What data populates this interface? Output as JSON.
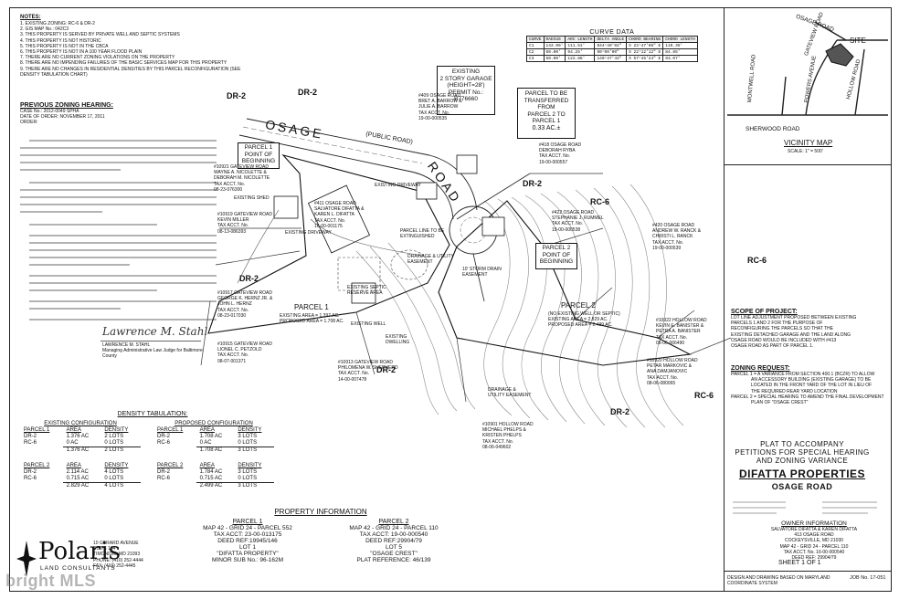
{
  "notes": {
    "title": "NOTES:",
    "items": [
      "1. EXISTING ZONING: RC-6 & DR-2",
      "2. GIS MAP No.: 042C3",
      "3. THIS PROPERTY IS SERVED BY PRIVATE WELL AND SEPTIC SYSTEMS",
      "4. THIS PROPERTY IS NOT HISTORIC",
      "5. THIS PROPERTY IS NOT IN THE CBCA",
      "6. THIS PROPERTY IS NOT IN A 100 YEAR FLOOD PLAIN",
      "7. THERE ARE NO CURRENT ZONING VIOLATIONS ON THE PROPERTY",
      "8. THERE ARE NO IMPENDING FAILURES OF THE BASIC SERVICES MAP FOR THIS PROPERTY",
      "9. THERE ARE NO CHANGES IN RESIDENTIAL DENSITIES BY THIS PARCEL RECONFIGURATION (SEE DENSITY TABULATION CHART)"
    ]
  },
  "previous_zoning": {
    "title": "PREVIOUS ZONING HEARING:",
    "lines": [
      "CASE No.: 2012-0049 SPHA",
      "DATE OF ORDER: NOVEMBER 17, 2011",
      "ORDER:"
    ],
    "signature": "Lawrence M. Stahl",
    "signer_name": "LAWRENCE M. STAHL",
    "signer_title": "Managing Administrative Law Judge for Baltimore County"
  },
  "curve_data": {
    "title": "CURVE DATA",
    "headers": [
      "CURVE",
      "RADIUS",
      "ARC LENGTH",
      "DELTA ANGLE",
      "CHORD BEARING",
      "CHORD LENGTH"
    ],
    "rows": [
      [
        "C1",
        "143.09'",
        "111.51'",
        "044°40'02\"",
        "S 22°47'06\" E",
        "110.35'"
      ],
      [
        "C2",
        "60.00'",
        "94.25'",
        "90°00'00\"",
        "S 22°12'12\" E",
        "84.85'"
      ],
      [
        "C3",
        "50.00'",
        "122.86'",
        "140°47'43\"",
        "S 57°45'24\" E",
        "93.07'"
      ]
    ]
  },
  "map": {
    "road_name": "OSAGE",
    "road_sub": "(PUBLIC ROAD)",
    "road_name2": "ROAD",
    "zones": [
      "DR-2",
      "DR-2",
      "DR-2",
      "DR-2",
      "RC-6",
      "RC-6",
      "RC-6",
      "DR-2",
      "DR-2"
    ],
    "callouts": {
      "garage": [
        "EXISTING",
        "2 STORY GARAGE",
        "(HEIGHT=28')",
        "PERMIT No.:",
        "B776660"
      ],
      "transfer": [
        "PARCEL TO BE",
        "TRANSFERRED FROM",
        "PARCEL 2 TO",
        "PARCEL 1",
        "0.33 AC.±"
      ],
      "parcel1_pob": [
        "PARCEL 1",
        "POINT OF",
        "BEGINNING"
      ],
      "parcel2_pob": [
        "PARCEL 2",
        "POINT OF",
        "BEGINNING"
      ]
    },
    "parcel1_label": "PARCEL 1",
    "parcel1_area": [
      "EXISTING AREA = 1.397 AC.",
      "PROPOSED AREA = 1.708 AC."
    ],
    "parcel2_label": "PARCEL 2",
    "parcel2_area": [
      "(NO EXISTING WELL OR SEPTIC)",
      "EXISTING AREA = 2.829 AC.",
      "PROPOSED AREA = 2.499 AC."
    ],
    "owners": [
      "#409 OSAGE ROAD\nBRET A. BARROW &\nJULIE A. BARROW\nTAX ACCT. No.\n19-00-000535",
      "#10921 GATEVIEW ROAD\nWAYNE A. NICOLETTE &\nDEBORAH M. NICOLETTE\nTAX ACCT. No.\n08-23-076300",
      "#411 OSAGE ROAD\nSALVATORE DIFATTA &\nKAREN L. DIFATTA\nTAX ACCT. No.\n16-00-001175",
      "#10919 GATEVIEW ROAD\nKEVIN MILLER\nTAX ACCT. No.\n08-13-086393",
      "#10917 GATEVIEW ROAD\nGEORGE K. HERNZ JR. &\nJOHN L. HERNZ\nTAX ACCT. No.\n08-23-017030",
      "#10915 GATEVIEW ROAD\nLIONEL C. PETZOLD\nTAX ACCT. No.\n08-07-001371",
      "#10913 GATEVIEW ROAD\nPHILOMENA W. SHEPHERD\nTAX ACCT. No.\n14-00-007478",
      "#418 OSAGE ROAD\nDEBORAH RYBA\nTAX ACCT. No.\n19-00-000557",
      "#422 OSAGE ROAD\nSTEPHANIE J. RUMMEL\nTAX ACCT. No.\n19-00-000538",
      "#420 OSAGE ROAD\nANDREW W. RANCK &\nCHRISTI L. RANCK\nTAX ACCT. No.\n19-00-000539",
      "#10922 HOLLOW ROAD\nKEVIN E. BANISTER &\nPETRA A. BANISTER\nTAX ACCT. No.\n08-06-066490",
      "#10920 HOLLOW ROAD\nPETAR MARKOVIC &\nANA DAMJANOVIC\nTAX ACCT. No.\n08-06-080065",
      "#10901 HOLLOW ROAD\nMICHAEL PHELPS &\nKRISTEN PHELPS\nTAX ACCT. No.\n08-06-049602"
    ],
    "small_labels": [
      "EXISTING DRIVEWAY",
      "EXISTING WELL",
      "EXISTING SEPTIC RESERVE AREA",
      "DRAINAGE & UTILITY EASEMENT",
      "PARCEL LINE TO BE EXTINGUISHED",
      "EXISTING DWELLING",
      "EXISTING SHED",
      "10' STORM DRAIN EASEMENT",
      "DRAINAGE & UTILITY EASEMENT",
      "EXISTING DRIVEWAY"
    ]
  },
  "vicinity": {
    "labels": [
      "OSAGE ROAD",
      "SITE",
      "GATEVIEW ROAD",
      "MONTWELL ROAD",
      "POWERS AVENUE",
      "HOLLOW ROAD",
      "SHERWOOD ROAD"
    ],
    "title": "VICINITY MAP",
    "scale": "SCALE: 1\" = 500'"
  },
  "scope": {
    "title": "SCOPE OF PROJECT:",
    "lines": [
      "LOT LINE ADJUSTMENT PROPOSED BETWEEN EXISTING",
      "PARCELS 1 AND 2 FOR THE PURPOSE OF",
      "RECONFIGURING THE PARCELS SO THAT THE",
      "EXISTING DETACHED GARAGE AND THE LAND ALONG",
      "OSAGE ROAD WOULD BE INCLUDED WITH #413",
      "OSAGE ROAD AS PART OF PARCEL 1."
    ]
  },
  "zoning_request": {
    "title": "ZONING REQUEST:",
    "lines": [
      "PARCEL 1 = A VARIANCE FROM SECTION 400.1 (BCZR) TO ALLOW",
      "AN ACCESSORY BUILDING (EXISTING GARAGE) TO BE",
      "LOCATED IN THE FRONT YARD OF THE LOT IN LIEU OF",
      "THE REQUIRED REAR YARD LOCATION",
      "PARCEL 2 = SPECIAL HEARING TO AMEND THE FINAL DEVELOPMENT",
      "PLAN OF \"OSAGE CREST\""
    ]
  },
  "density": {
    "title": "DENSITY TABULATION:",
    "existing_title": "EXISTING CONFIGURATION",
    "proposed_title": "PROPOSED CONFIGURATION",
    "headers": [
      "PARCEL 1",
      "AREA",
      "DENSITY"
    ],
    "headers2": [
      "PARCEL 2",
      "AREA",
      "DENSITY"
    ],
    "existing_p1": [
      [
        "DR-2",
        "1.376 AC",
        "2 LOTS"
      ],
      [
        "RC-6",
        "0 AC",
        "0 LOTS"
      ],
      [
        "",
        "1.376 AC",
        "2 LOTS"
      ]
    ],
    "proposed_p1": [
      [
        "DR-2",
        "1.708 AC",
        "3 LOTS"
      ],
      [
        "RC-6",
        "0 AC",
        "0 LOTS"
      ],
      [
        "",
        "1.708 AC",
        "3 LOTS"
      ]
    ],
    "existing_p2": [
      [
        "DR-2",
        "2.114 AC",
        "4 LOTS"
      ],
      [
        "RC-6",
        "0.715 AC",
        "0 LOTS"
      ],
      [
        "",
        "2.829 AC",
        "4 LOTS"
      ]
    ],
    "proposed_p2": [
      [
        "DR-2",
        "1.784 AC",
        "3 LOTS"
      ],
      [
        "RC-6",
        "0.715 AC",
        "0 LOTS"
      ],
      [
        "",
        "2.499 AC",
        "3 LOTS"
      ]
    ]
  },
  "property_info": {
    "title": "PROPERTY INFORMATION",
    "p1": [
      "PARCEL 1",
      "MAP 42 - GRID 24 - PARCEL 552",
      "TAX ACCT: 23-00-013175",
      "DEED REF:19945/146",
      "LOT 1",
      "\"DIFATTA PROPERTY\"",
      "MINOR SUB No.: 96-162M"
    ],
    "p2": [
      "PARCEL 2",
      "MAP 42 - GRID 24 - PARCEL 110",
      "TAX ACCT: 19-00-000540",
      "DEED REF:29904/79",
      "LOT 5",
      "\"OSAGE CREST\"",
      "PLAT REFERENCE: 46/139"
    ]
  },
  "title_block": {
    "line1": "PLAT TO ACCOMPANY",
    "line2": "PETITIONS FOR SPECIAL HEARING",
    "line3": "AND ZONING VARIANCE",
    "name": "DIFATTA PROPERTIES",
    "road": "OSAGE ROAD",
    "owner_title": "OWNER INFORMATION",
    "owner_lines": [
      "SALVATORE DIFATTA & KAREN DIFATTA",
      "413 OSAGE ROAD",
      "COCKEYSVILLE, MD 21030",
      "MAP 42 - GRID 24 - PARCEL 110",
      "TAX ACCT. No. 16-00-000540",
      "DEED REF: 29904/79"
    ],
    "sheet": "SHEET 1 OF 1",
    "footer": "DESIGN AND DRAWING BASED ON MARYLAND COORDINATE SYSTEM",
    "job": "JOB No. 17-051"
  },
  "firm": {
    "name": "Polaris",
    "sub": "LAND CONSULTANTS",
    "address": [
      "10 GERARD AVENUE",
      "SUITE 104",
      "TIMONIUM, MD 21093",
      "PHONE: (410) 252-4444",
      "FAX: (410) 252-4445"
    ]
  },
  "watermark": "bright MLS"
}
